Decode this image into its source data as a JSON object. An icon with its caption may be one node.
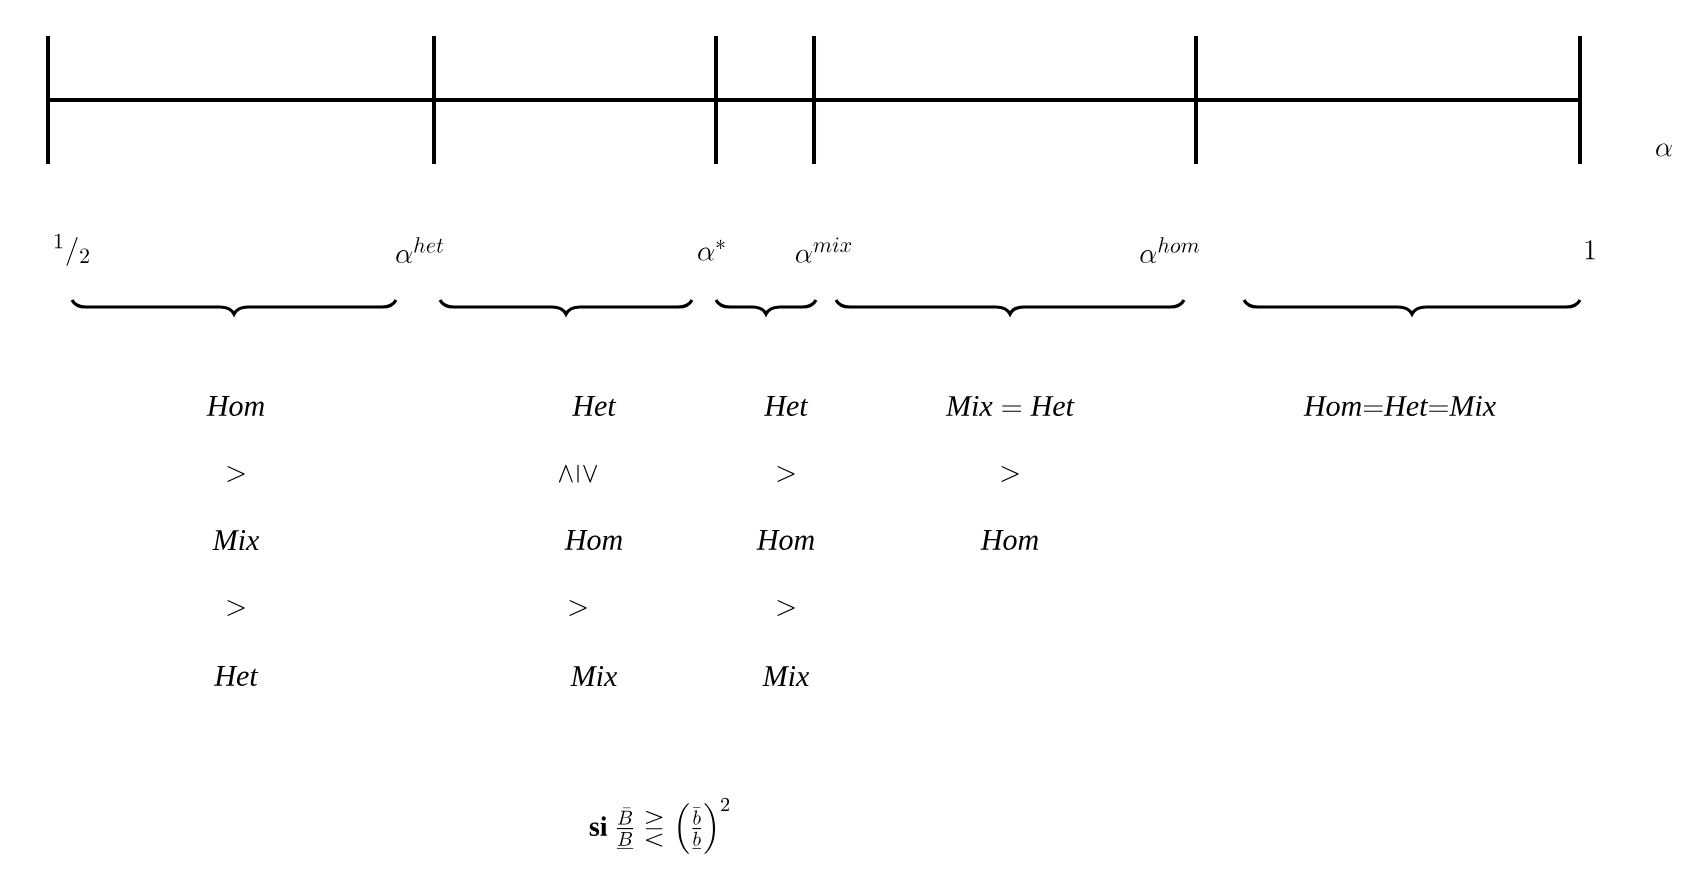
{
  "diagram": {
    "labels": [
      "\\alpha",
      "{}^{1}/_{2}",
      "\\alpha^{het}",
      "\\alpha^{*}",
      "\\alpha^{mix}",
      "\\alpha^{hom}",
      "1",
      "\\mathit{Hom}",
      "\\mathit{Het}",
      "\\mathit{Het}",
      "\\mathit{Mix} = \\mathit{Het}",
      "\\mathit{Hom}{=}\\mathit{Het}{=}\\mathit{Mix}",
      ">",
      "\\gtreqless",
      ">",
      ">",
      "\\mathit{Mix}",
      "\\mathit{Hom}",
      "\\mathit{Hom}",
      "\\mathit{Hom}",
      ">",
      ">",
      ">",
      "\\mathit{Het}",
      "\\mathit{Mix}",
      "\\mathit{Mix}",
      "\\mathbf{si}\\ \\frac{\\bar{B}}{\\underline{B}} \\gtreqless \\left(\\frac{\\bar{b}}{\\underline{b}}\\right)^{2}"
    ]
  }
}
